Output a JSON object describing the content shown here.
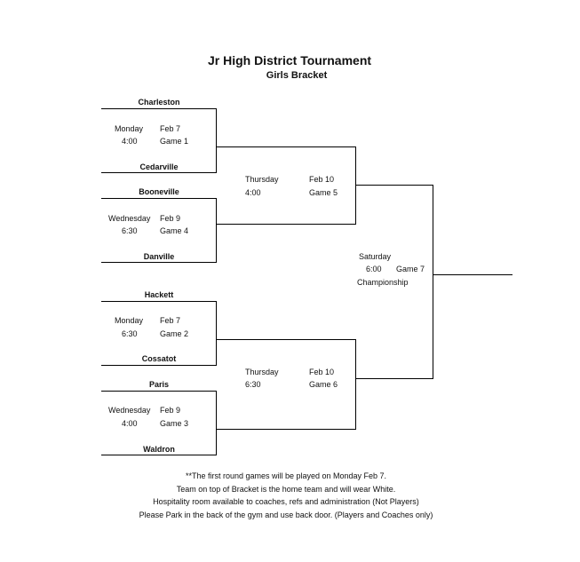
{
  "header": {
    "title": "Jr High District Tournament",
    "subtitle": "Girls Bracket"
  },
  "teams": {
    "charleston": "Charleston",
    "cedarville": "Cedarville",
    "booneville": "Booneville",
    "danville": "Danville",
    "hackett": "Hackett",
    "cossatot": "Cossatot",
    "paris": "Paris",
    "waldron": "Waldron"
  },
  "games": {
    "game1": {
      "day": "Monday",
      "date": "Feb 7",
      "time": "4:00",
      "label": "Game 1"
    },
    "game4": {
      "day": "Wednesday",
      "date": "Feb 9",
      "time": "6:30",
      "label": "Game 4"
    },
    "game2": {
      "day": "Monday",
      "date": "Feb 7",
      "time": "6:30",
      "label": "Game 2"
    },
    "game3": {
      "day": "Wednesday",
      "date": "Feb 9",
      "time": "4:00",
      "label": "Game 3"
    },
    "game5": {
      "day": "Thursday",
      "date": "Feb 10",
      "time": "4:00",
      "label": "Game 5"
    },
    "game6": {
      "day": "Thursday",
      "date": "Feb 10",
      "time": "6:30",
      "label": "Game 6"
    },
    "game7": {
      "day": "Saturday",
      "time": "6:00",
      "label": "Game 7",
      "note": "Championship"
    }
  },
  "notes": [
    "**The first round games will be played on Monday Feb 7.",
    "Team on top of Bracket is the home team and will wear White.",
    "Hospitality room available to coaches, refs and administration (Not Players)",
    "Please Park in the back of the gym and use back door. (Players and Coaches only)"
  ]
}
